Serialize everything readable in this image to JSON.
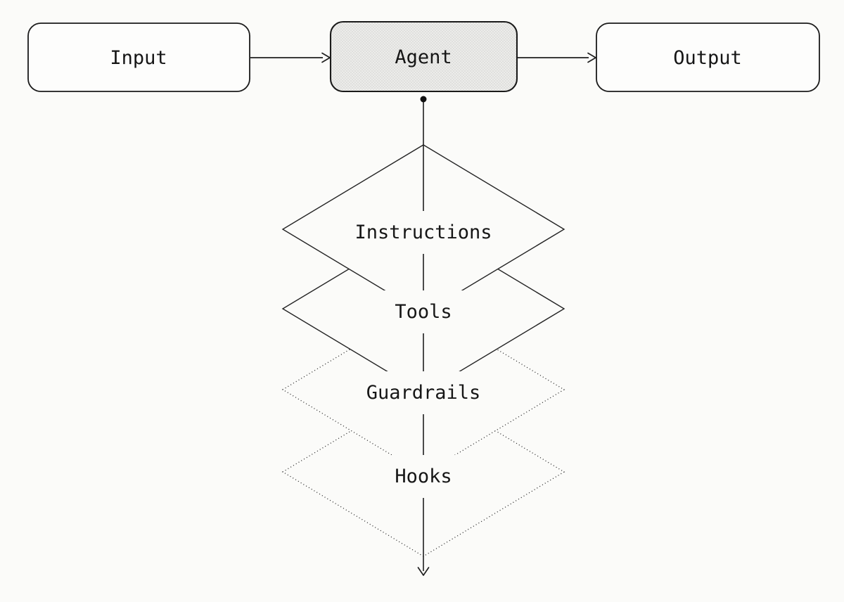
{
  "diagram": {
    "flow": {
      "input": {
        "label": "Input"
      },
      "agent": {
        "label": "Agent"
      },
      "output": {
        "label": "Output"
      }
    },
    "layers": [
      {
        "label": "Instructions",
        "border": "solid"
      },
      {
        "label": "Tools",
        "border": "solid"
      },
      {
        "label": "Guardrails",
        "border": "dotted"
      },
      {
        "label": "Hooks",
        "border": "dotted"
      }
    ],
    "icons": {
      "right_arrows": "open-chevron-arrowhead",
      "down_arrow": "open-chevron-arrowhead",
      "connector_dot": "filled-circle"
    },
    "colors": {
      "background": "#fbfbf9",
      "line": "#1f1f1f",
      "agent_fill_base": "#ececea",
      "agent_fill_dot": "#d2d2cf",
      "text": "#161616"
    }
  }
}
